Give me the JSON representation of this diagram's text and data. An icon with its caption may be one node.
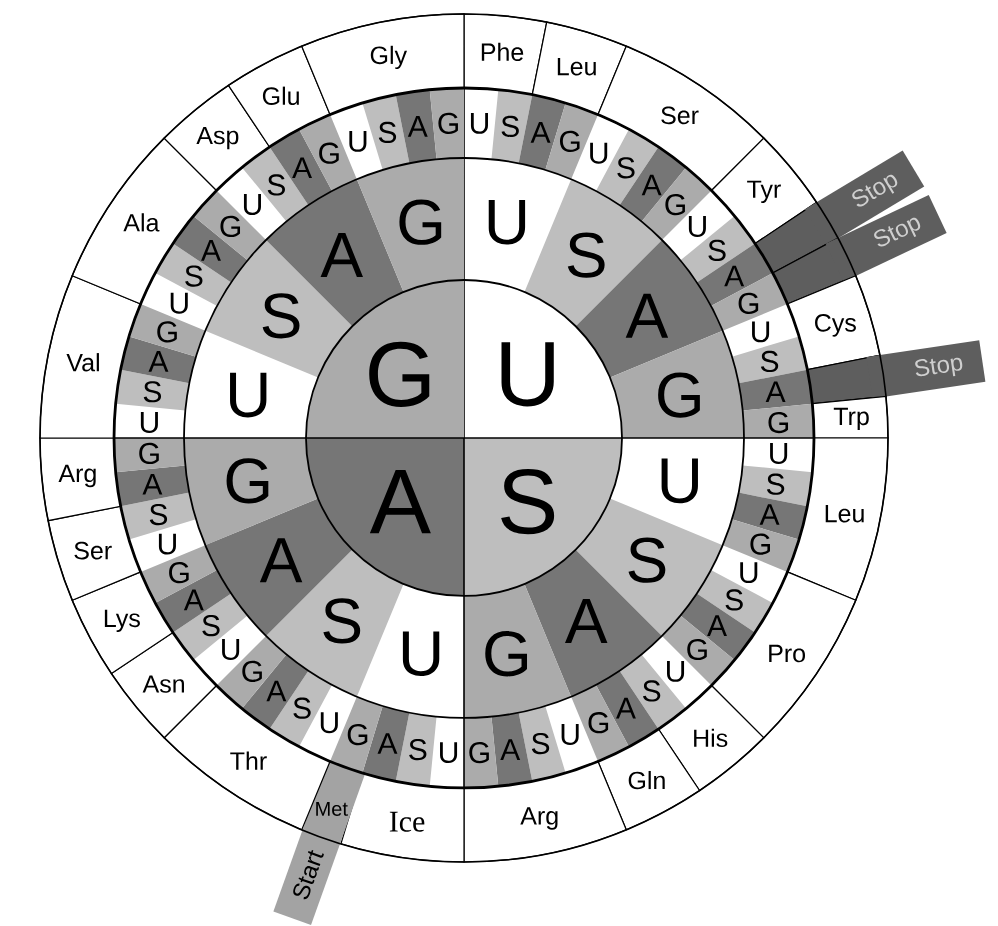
{
  "diagram": {
    "nodes": [
      {
        "text": [
          "U"
        ]
      },
      {
        "text": [
          "S"
        ]
      },
      {
        "text": [
          "A"
        ]
      },
      {
        "text": [
          "G"
        ]
      },
      {
        "text": [
          "U"
        ]
      },
      {
        "text": [
          "S"
        ]
      },
      {
        "text": [
          "A"
        ]
      },
      {
        "text": [
          "G"
        ]
      },
      {
        "text": [
          "U"
        ]
      },
      {
        "text": [
          "S"
        ]
      },
      {
        "text": [
          "A"
        ]
      },
      {
        "text": [
          "G"
        ]
      },
      {
        "text": [
          "U"
        ]
      },
      {
        "text": [
          "S"
        ]
      },
      {
        "text": [
          "A"
        ]
      },
      {
        "text": [
          "G"
        ]
      },
      {
        "text": [
          "U"
        ]
      },
      {
        "text": [
          "S"
        ]
      },
      {
        "text": [
          "A"
        ]
      },
      {
        "text": [
          "G"
        ]
      },
      {
        "text": [
          "U"
        ]
      },
      {
        "text": [
          "S"
        ]
      },
      {
        "text": [
          "A"
        ]
      },
      {
        "text": [
          "G"
        ]
      },
      {
        "text": [
          "U"
        ]
      },
      {
        "text": [
          "S"
        ]
      },
      {
        "text": [
          "A"
        ]
      },
      {
        "text": [
          "G"
        ]
      },
      {
        "text": [
          "U"
        ]
      },
      {
        "text": [
          "S"
        ]
      },
      {
        "text": [
          "A"
        ]
      },
      {
        "text": [
          "G"
        ]
      },
      {
        "text": [
          "U"
        ]
      },
      {
        "text": [
          "S"
        ]
      },
      {
        "text": [
          "A"
        ]
      },
      {
        "text": [
          "G"
        ]
      },
      {
        "text": [
          "U"
        ]
      },
      {
        "text": [
          "S"
        ]
      },
      {
        "text": [
          "A"
        ]
      },
      {
        "text": [
          "G"
        ]
      },
      {
        "text": [
          "U"
        ]
      },
      {
        "text": [
          "S"
        ]
      },
      {
        "text": [
          "A"
        ]
      },
      {
        "text": [
          "G"
        ]
      },
      {
        "text": [
          "U"
        ]
      },
      {
        "text": [
          "S"
        ]
      },
      {
        "text": [
          "A"
        ]
      },
      {
        "text": [
          "G"
        ]
      },
      {
        "text": [
          "U"
        ]
      },
      {
        "text": [
          "S"
        ]
      },
      {
        "text": [
          "A"
        ]
      },
      {
        "text": [
          "G"
        ]
      },
      {
        "text": [
          "U"
        ]
      },
      {
        "text": [
          "S"
        ]
      },
      {
        "text": [
          "A"
        ]
      },
      {
        "text": [
          "G"
        ]
      },
      {
        "text": [
          "U"
        ]
      },
      {
        "text": [
          "S"
        ]
      },
      {
        "text": [
          "A"
        ]
      },
      {
        "text": [
          "G"
        ]
      },
      {
        "text": [
          "U"
        ]
      },
      {
        "text": [
          "S"
        ]
      },
      {
        "text": [
          "A"
        ]
      },
      {
        "text": [
          "G"
        ]
      },
      {
        "text": [
          "U"
        ]
      },
      {
        "text": [
          "S"
        ]
      },
      {
        "text": [
          "A"
        ]
      },
      {
        "text": [
          "G"
        ]
      },
      {
        "text": [
          "U"
        ]
      },
      {
        "text": [
          "S"
        ]
      },
      {
        "text": [
          "A"
        ]
      },
      {
        "text": [
          "G"
        ]
      },
      {
        "text": [
          "U"
        ]
      },
      {
        "text": [
          "S"
        ]
      },
      {
        "text": [
          "A"
        ]
      },
      {
        "text": [
          "G"
        ]
      },
      {
        "text": [
          "U"
        ]
      },
      {
        "text": [
          "S"
        ]
      },
      {
        "text": [
          "A"
        ]
      },
      {
        "text": [
          "G"
        ]
      },
      {
        "text": [
          "U"
        ]
      },
      {
        "text": [
          "S"
        ]
      },
      {
        "text": [
          "A"
        ]
      },
      {
        "text": [
          "G"
        ]
      },
      {
        "text": [
          "Phe"
        ]
      },
      {
        "text": [
          "Leu"
        ]
      },
      {
        "text": [
          "Ser"
        ]
      },
      {
        "text": [
          "Tyr"
        ]
      },
      {
        "text": [
          "Stop"
        ]
      },
      {
        "text": [
          "Stop"
        ]
      },
      {
        "text": [
          "Cys"
        ]
      },
      {
        "text": [
          "Stop"
        ]
      },
      {
        "text": [
          "Trp"
        ]
      },
      {
        "text": [
          "Leu"
        ]
      },
      {
        "text": [
          "Pro"
        ]
      },
      {
        "text": [
          "His"
        ]
      },
      {
        "text": [
          "Gln"
        ]
      },
      {
        "text": [
          "Arg"
        ]
      },
      {
        "text": [
          "Ice"
        ]
      },
      {
        "text": [
          "Met",
          "Start"
        ]
      },
      {
        "text": [
          "Thr"
        ]
      },
      {
        "text": [
          "Asn"
        ]
      },
      {
        "text": [
          "Lys"
        ]
      },
      {
        "text": [
          "Ser"
        ]
      },
      {
        "text": [
          "Arg"
        ]
      },
      {
        "text": [
          "Val"
        ]
      },
      {
        "text": [
          "Ala"
        ]
      },
      {
        "text": [
          "Asp"
        ]
      },
      {
        "text": [
          "Glu"
        ]
      },
      {
        "text": [
          "Gly"
        ]
      }
    ]
  }
}
